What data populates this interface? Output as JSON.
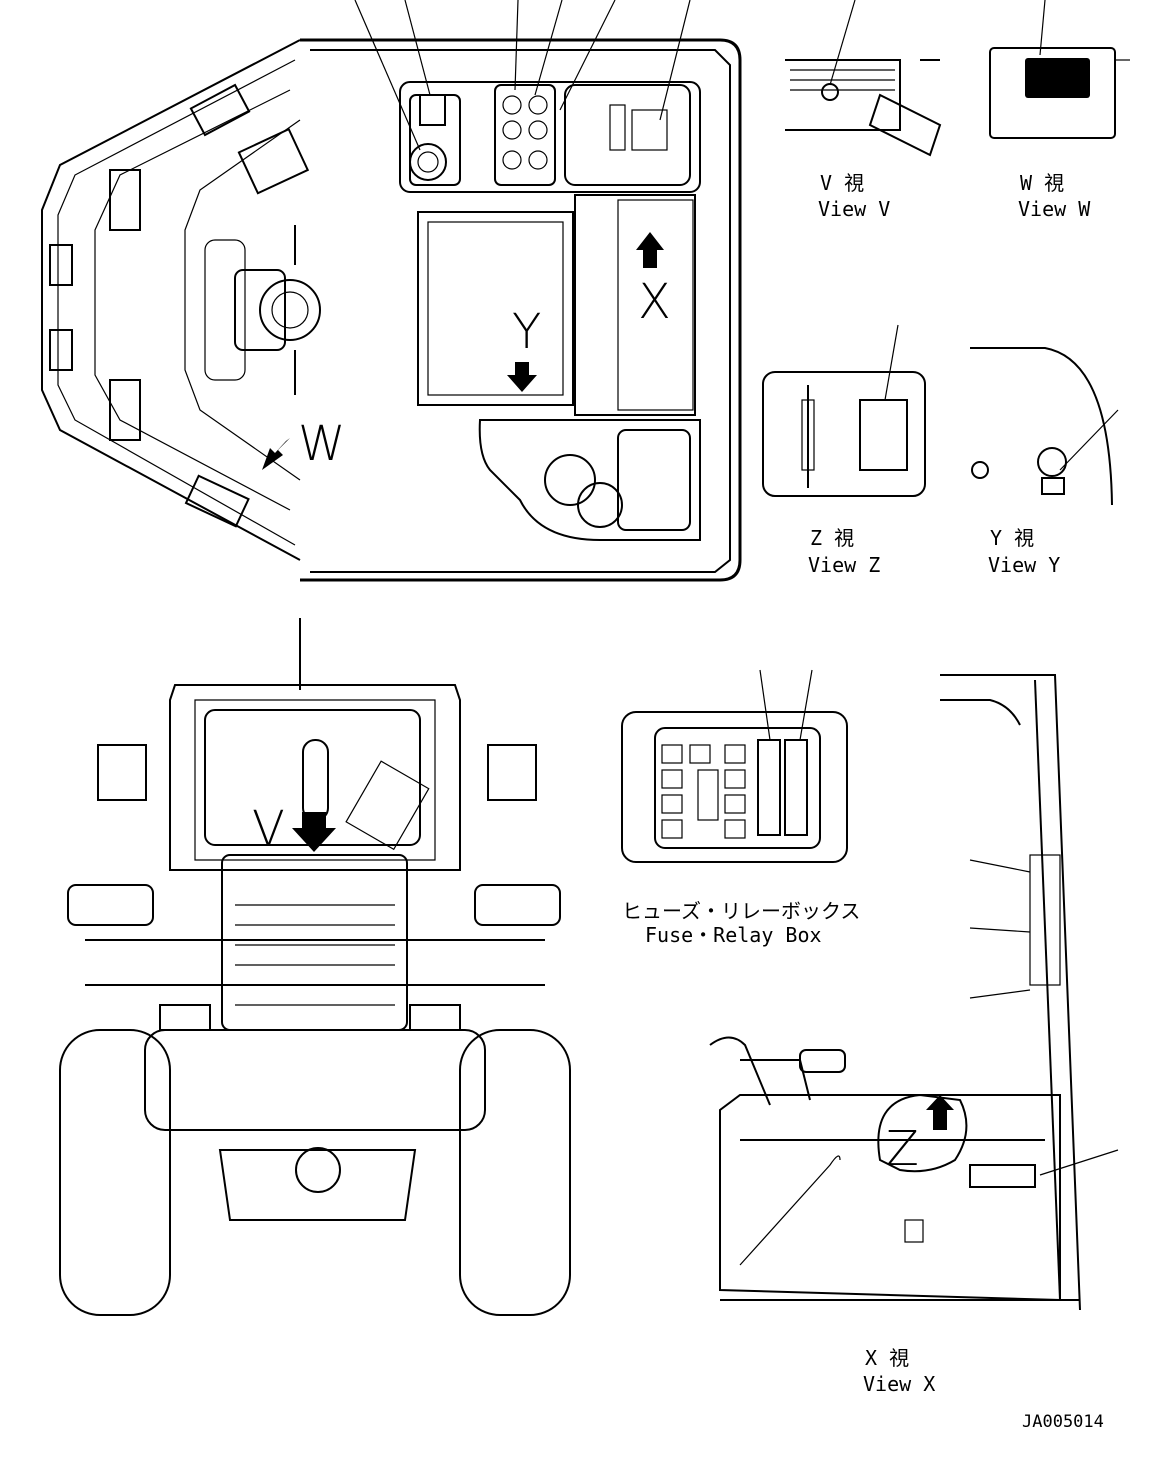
{
  "letters": {
    "x": "X",
    "y": "Y",
    "w": "W",
    "v": "V",
    "z": "Z"
  },
  "views": {
    "v": {
      "jp": "V 視",
      "en": "View V"
    },
    "w": {
      "jp": "W 視",
      "en": "View W"
    },
    "z": {
      "jp": "Z 視",
      "en": "View Z"
    },
    "y": {
      "jp": "Y 視",
      "en": "View Y"
    },
    "x": {
      "jp": "X 視",
      "en": "View X"
    }
  },
  "fuse_box": {
    "jp": "ヒューズ・リレーボックス",
    "en": "Fuse・Relay Box"
  },
  "drawing_code": "JA005014"
}
